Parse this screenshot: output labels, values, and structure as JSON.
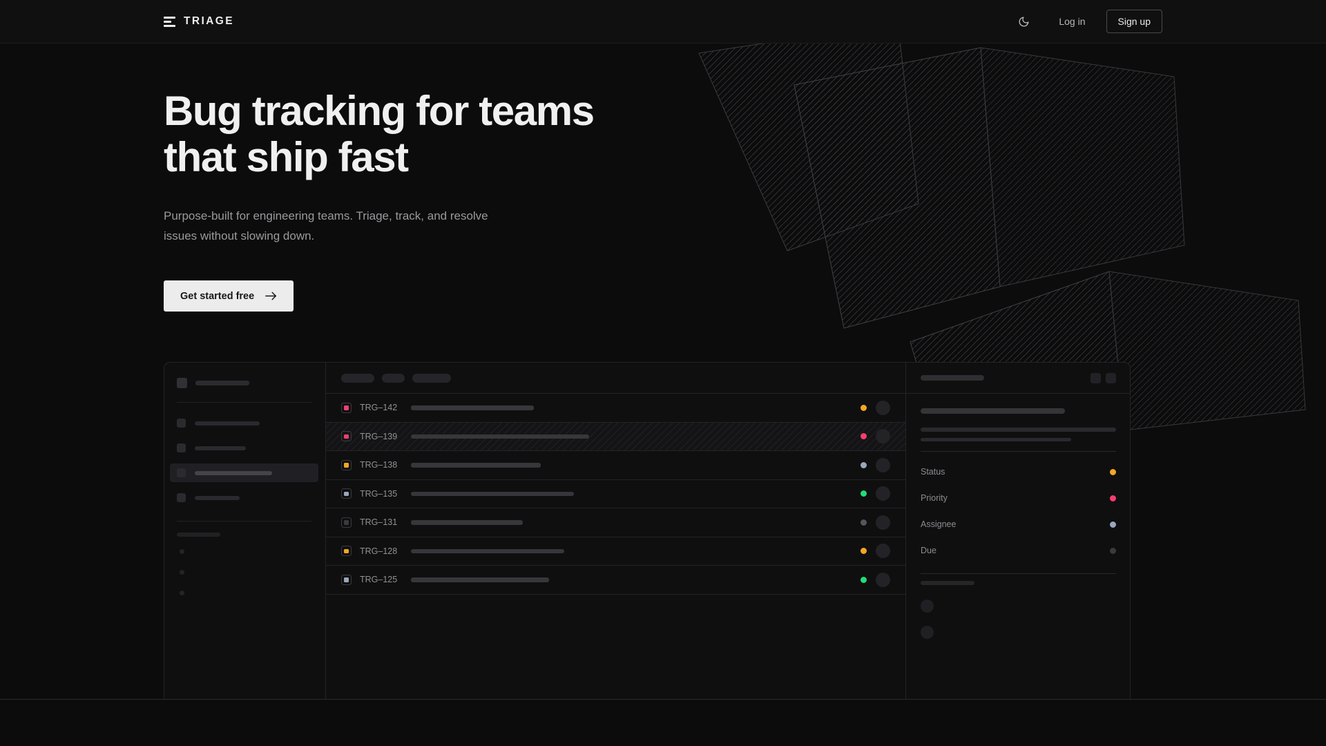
{
  "brand": {
    "name": "TRIAGE",
    "logo_icon": "stacked-bars-icon"
  },
  "nav": {
    "theme_toggle_icon": "moon-icon",
    "login_label": "Log in",
    "signup_label": "Sign up"
  },
  "hero": {
    "heading": "Bug tracking for teams that ship fast",
    "subheading": "Purpose-built for engineering teams. Triage, track, and resolve issues without slowing down.",
    "cta_label": "Get started free",
    "cta_icon": "arrow-right-icon"
  },
  "colors": {
    "page_bg": "#0c0c0d",
    "nav_bg": "#101011",
    "panel_bg": "#0f0f10",
    "border": "#242427",
    "text_primary": "#f0f0f0",
    "text_muted": "#9a9a9d",
    "cta_bg": "#ececec",
    "status_orange": "#f5a623",
    "status_pink": "#f43f6e",
    "status_green": "#22dd77",
    "status_blue_gray": "#9aa7bd",
    "status_gray": "#3a3a3e"
  },
  "mockup": {
    "sidebar": {
      "nav_items": [
        {
          "width": 94,
          "active": false
        },
        {
          "width": 74,
          "active": false
        },
        {
          "width": 112,
          "active": true
        },
        {
          "width": 65,
          "active": false
        }
      ],
      "sub_dots": 3
    },
    "toolbar": {
      "chips": [
        48,
        33,
        56
      ]
    },
    "issues": [
      {
        "id": "TRG–142",
        "priority_color": "#f43f6e",
        "status_color": "#f5a623",
        "title_width": 178,
        "highlighted": false
      },
      {
        "id": "TRG–139",
        "priority_color": "#f43f6e",
        "status_color": "#f43f6e",
        "title_width": 258,
        "highlighted": true
      },
      {
        "id": "TRG–138",
        "priority_color": "#f5a623",
        "status_color": "#9aa7bd",
        "title_width": 188,
        "highlighted": false
      },
      {
        "id": "TRG–135",
        "priority_color": "#9aa7bd",
        "status_color": "#22dd77",
        "title_width": 236,
        "highlighted": false
      },
      {
        "id": "TRG–131",
        "priority_color": "#3a3a3e",
        "status_color": "#55555c",
        "title_width": 162,
        "highlighted": false
      },
      {
        "id": "TRG–128",
        "priority_color": "#f5a623",
        "status_color": "#f5a623",
        "title_width": 222,
        "highlighted": false
      },
      {
        "id": "TRG–125",
        "priority_color": "#9aa7bd",
        "status_color": "#22dd77",
        "title_width": 200,
        "highlighted": false
      }
    ],
    "detail": {
      "header_buttons": 2,
      "description_line_widths": [
        "100%",
        "77%"
      ],
      "fields": [
        {
          "label": "Status",
          "value_color": "#f5a623"
        },
        {
          "label": "Priority",
          "value_color": "#f43f6e"
        },
        {
          "label": "Assignee",
          "value_color": "#9aa7bd"
        },
        {
          "label": "Due",
          "value_color": "#3a3a3e"
        }
      ],
      "comments": 2
    }
  }
}
